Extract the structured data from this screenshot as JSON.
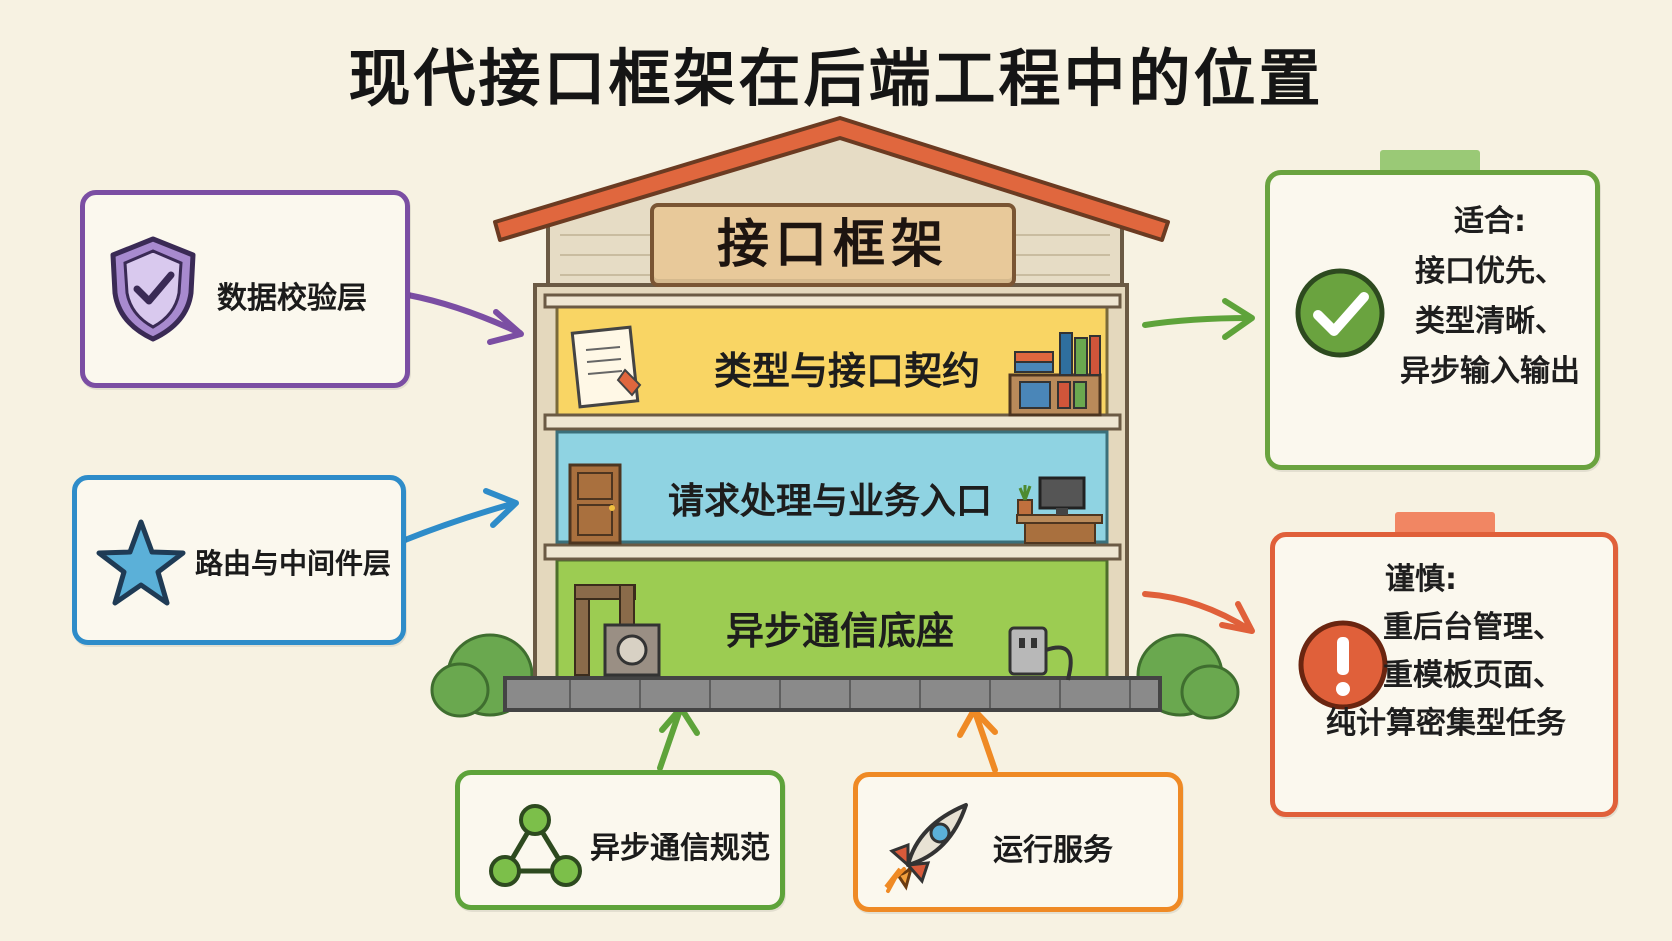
{
  "title": "现代接口框架在后端工程中的位置",
  "house": {
    "sign": "接口框架",
    "floors": [
      {
        "label": "类型与接口契约",
        "color": "#f9d564"
      },
      {
        "label": "请求处理与业务入口",
        "color": "#8fd3e2"
      },
      {
        "label": "异步通信底座",
        "color": "#9ccc52"
      }
    ]
  },
  "left_cards": [
    {
      "label": "数据校验层",
      "icon": "shield-check-icon",
      "color": "#7b4ea3"
    },
    {
      "label": "路由与中间件层",
      "icon": "star-icon",
      "color": "#2e8cc9"
    }
  ],
  "bottom_cards": [
    {
      "label": "异步通信规范",
      "icon": "network-nodes-icon",
      "color": "#5ea33a"
    },
    {
      "label": "运行服务",
      "icon": "rocket-icon",
      "color": "#ef8a25"
    }
  ],
  "right_notes": [
    {
      "heading": "适合:",
      "lines": [
        "接口优先、",
        "类型清晰、",
        "异步输入输出"
      ],
      "icon": "checkmark-icon",
      "color": "#6aa33f"
    },
    {
      "heading": "谨慎:",
      "lines": [
        "重后台管理、",
        "重模板页面、",
        "纯计算密集型任务"
      ],
      "icon": "exclamation-icon",
      "color": "#e0603a"
    }
  ]
}
